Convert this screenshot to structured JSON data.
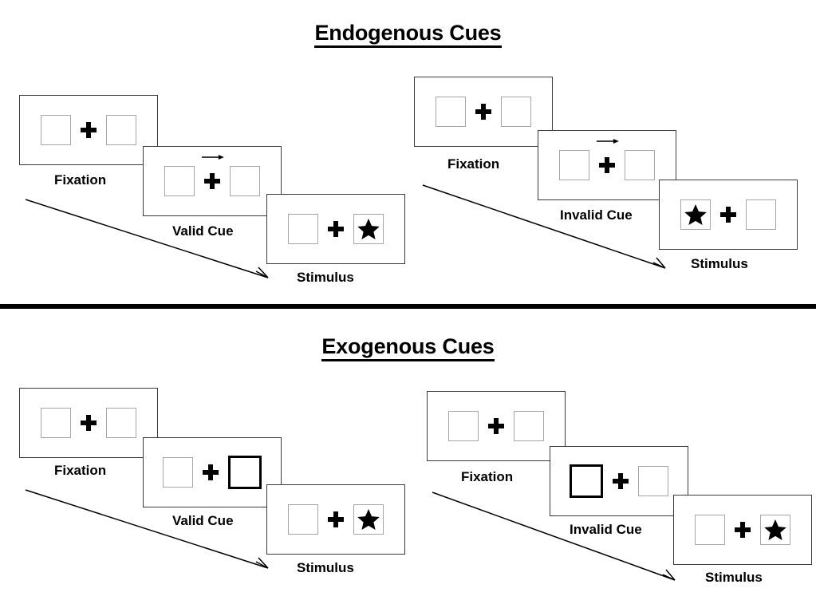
{
  "figure": {
    "sections": [
      {
        "id": "endogenous",
        "title": "Endogenous Cues",
        "cue_type": "arrow",
        "sequences": [
          {
            "id": "endogenous-valid",
            "validity": "valid",
            "frames": [
              {
                "id": "fixation",
                "caption": "Fixation",
                "cue": "none",
                "cued_side": "none",
                "target_side": "none"
              },
              {
                "id": "valid-cue",
                "caption": "Valid Cue",
                "cue": "arrow",
                "cued_side": "right",
                "target_side": "none"
              },
              {
                "id": "stimulus",
                "caption": "Stimulus",
                "cue": "none",
                "cued_side": "none",
                "target_side": "right"
              }
            ]
          },
          {
            "id": "endogenous-invalid",
            "validity": "invalid",
            "frames": [
              {
                "id": "fixation",
                "caption": "Fixation",
                "cue": "none",
                "cued_side": "none",
                "target_side": "none"
              },
              {
                "id": "invalid-cue",
                "caption": "Invalid Cue",
                "cue": "arrow",
                "cued_side": "right",
                "target_side": "none"
              },
              {
                "id": "stimulus",
                "caption": "Stimulus",
                "cue": "none",
                "cued_side": "none",
                "target_side": "left"
              }
            ]
          }
        ]
      },
      {
        "id": "exogenous",
        "title": "Exogenous Cues",
        "cue_type": "box-highlight",
        "sequences": [
          {
            "id": "exogenous-valid",
            "validity": "valid",
            "frames": [
              {
                "id": "fixation",
                "caption": "Fixation",
                "cue": "none",
                "cued_side": "none",
                "target_side": "none"
              },
              {
                "id": "valid-cue",
                "caption": "Valid Cue",
                "cue": "highlight",
                "cued_side": "right",
                "target_side": "none"
              },
              {
                "id": "stimulus",
                "caption": "Stimulus",
                "cue": "none",
                "cued_side": "none",
                "target_side": "right"
              }
            ]
          },
          {
            "id": "exogenous-invalid",
            "validity": "invalid",
            "frames": [
              {
                "id": "fixation",
                "caption": "Fixation",
                "cue": "none",
                "cued_side": "none",
                "target_side": "none"
              },
              {
                "id": "invalid-cue",
                "caption": "Invalid Cue",
                "cue": "highlight",
                "cued_side": "left",
                "target_side": "none"
              },
              {
                "id": "stimulus",
                "caption": "Stimulus",
                "cue": "none",
                "cued_side": "none",
                "target_side": "right"
              }
            ]
          }
        ]
      }
    ],
    "icons": {
      "fixation_cross": "plus-icon",
      "target": "star-icon",
      "cue_arrow": "arrow-right-icon",
      "time_flow": "diagonal-arrow-icon"
    },
    "colors": {
      "ink": "#000000",
      "panel_border": "#3a3a3a",
      "box_border": "#a6a6a6",
      "cued_box_border": "#000000",
      "background": "#ffffff"
    }
  }
}
